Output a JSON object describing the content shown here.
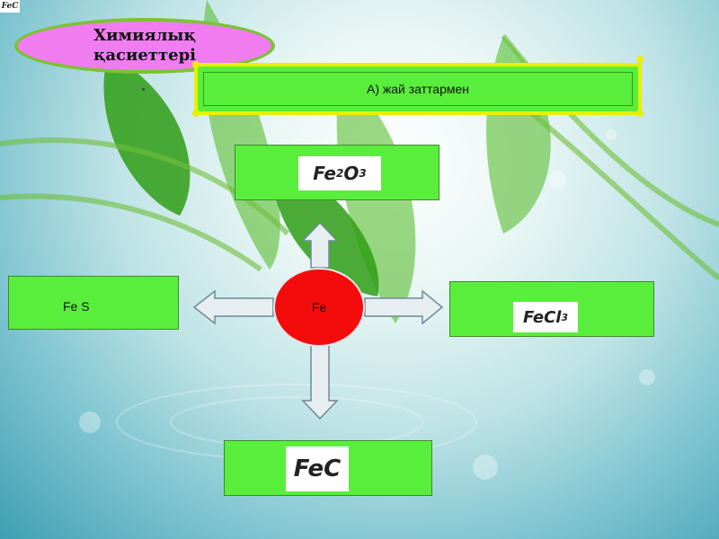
{
  "corner_tag": "FeC",
  "title": "Химиялық қасиеттері",
  "banner": "А) жай заттармен",
  "center": "Fe",
  "boxes": {
    "top": {
      "base1": "Fe",
      "sub1": "2",
      "base2": "O",
      "sub2": "3"
    },
    "left": {
      "label": "Fe S"
    },
    "right": {
      "base": "FeCl",
      "sub": "3"
    },
    "bottom": {
      "base": "FeC"
    }
  },
  "colors": {
    "box_green": "#5aee3c",
    "oval_pink": "#f07cf0",
    "center_red": "#f40c0c",
    "banner_border": "#e8f000"
  }
}
